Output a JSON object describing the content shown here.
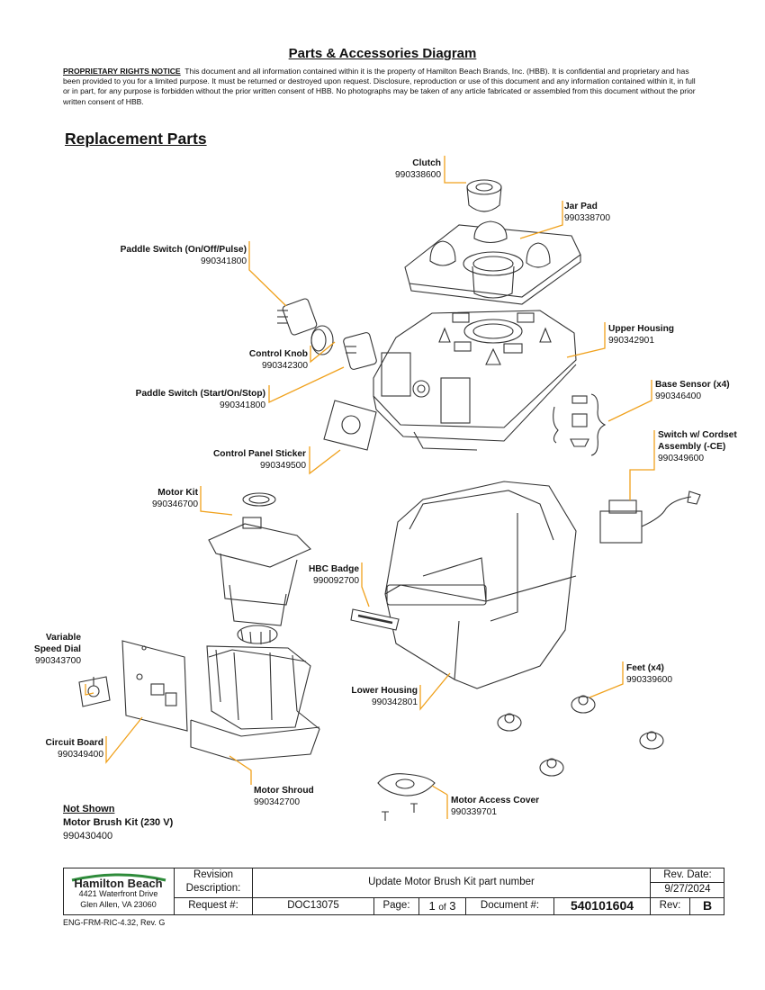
{
  "document": {
    "title": "Parts & Accessories Diagram",
    "notice_heading": "PROPRIETARY RIGHTS NOTICE",
    "notice_text": "This document and all information contained within it is the property of Hamilton Beach Brands, Inc. (HBB).  It is confidential and proprietary and has been provided to you for a limited purpose.  It must be returned or destroyed upon request.  Disclosure, reproduction or use of this document and any information contained within it, in full or in part, for any purpose is forbidden without the prior written consent of HBB.  No photographs may be taken of any article fabricated or assembled from this document without the prior written consent of HBB.",
    "section_title": "Replacement Parts"
  },
  "parts": [
    {
      "name": "Clutch",
      "number": "990338600"
    },
    {
      "name": "Jar Pad",
      "number": "990338700"
    },
    {
      "name": "Paddle Switch (On/Off/Pulse)",
      "number": "990341800"
    },
    {
      "name": "Upper Housing",
      "number": "990342901"
    },
    {
      "name": "Control Knob",
      "number": "990342300"
    },
    {
      "name": "Paddle Switch (Start/On/Stop)",
      "number": "990341800"
    },
    {
      "name": "Base Sensor (x4)",
      "number": "990346400"
    },
    {
      "name": "Switch w/ Cordset",
      "name2": "Assembly (-CE)",
      "number": "990349600"
    },
    {
      "name": "Control Panel Sticker",
      "number": "990349500"
    },
    {
      "name": "Motor Kit",
      "number": "990346700"
    },
    {
      "name": "HBC Badge",
      "number": "990092700"
    },
    {
      "name": "Variable",
      "name2": "Speed Dial",
      "number": "990343700"
    },
    {
      "name": "Feet (x4)",
      "number": "990339600"
    },
    {
      "name": "Lower Housing",
      "number": "990342801"
    },
    {
      "name": "Circuit Board",
      "number": "990349400"
    },
    {
      "name": "Motor Shroud",
      "number": "990342700"
    },
    {
      "name": "Motor Access Cover",
      "number": "990339701"
    }
  ],
  "not_shown": {
    "heading": "Not Shown",
    "item": "Motor Brush Kit (230 V)",
    "number": "990430400"
  },
  "title_block": {
    "logo": "Hamilton Beach",
    "address1": "4421 Waterfront Drive",
    "address2": "Glen Allen, VA  23060",
    "revision_label": "Revision",
    "description_label": "Description:",
    "revision_description": "Update Motor Brush Kit part number",
    "rev_date_label": "Rev. Date:",
    "rev_date": "9/27/2024",
    "request_label": "Request #:",
    "request": "DOC13075",
    "page_label": "Page:",
    "page": "1",
    "of_label": "of",
    "page_total": "3",
    "document_label": "Document #:",
    "document": "540101604",
    "rev_label": "Rev:",
    "rev": "B",
    "brand_color": "#2e8b3a"
  },
  "form_id": "ENG-FRM-RIC-4.32, Rev. G",
  "colors": {
    "leader": "#f0a11c",
    "line_art": "#333333"
  }
}
